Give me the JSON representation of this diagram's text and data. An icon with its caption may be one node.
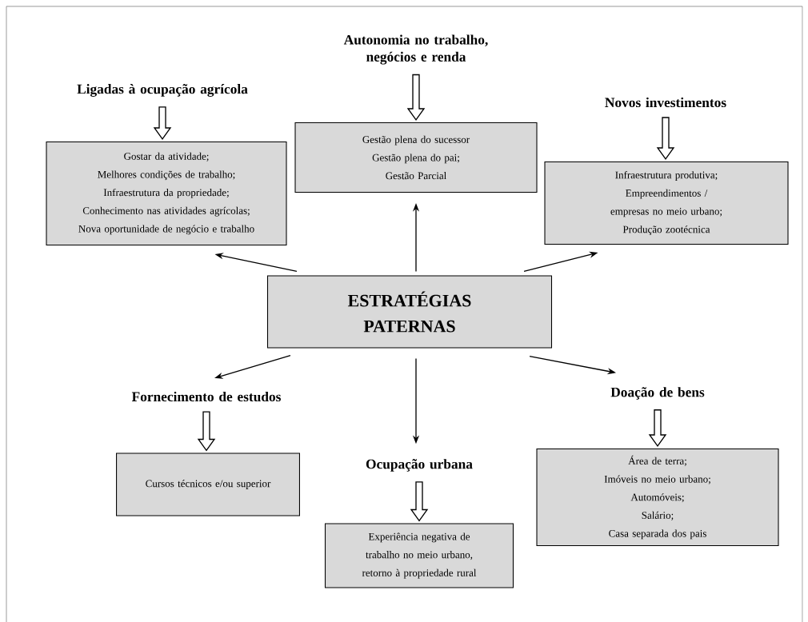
{
  "diagram": {
    "nodes": [
      {
        "text": [
          "Autonomia no trabalho, negócios e renda"
        ]
      },
      {
        "text": [
          "Ligadas à ocupação agrícola"
        ]
      },
      {
        "text": [
          "Gestão plena do sucessor",
          "Gestão plena do pai;",
          "Gestão Parcial"
        ]
      },
      {
        "text": [
          "Novos investimentos"
        ]
      },
      {
        "text": [
          "Gostar da atividade;",
          "Melhores condições de trabalho;",
          "Infraestrutura da propriedade;",
          "Conhecimento nas atividades agrícolas;",
          "Nova oportunidade de negócio e trabalho"
        ]
      },
      {
        "text": [
          "Infraestrutura produtiva;",
          "Empreendimentos / empresas no meio urbano;",
          "Produção zootécnica"
        ]
      },
      {
        "text": [
          "ESTRATÉGIAS PATERNAS"
        ]
      },
      {
        "text": [
          "Fornecimento de estudos"
        ]
      },
      {
        "text": [
          "Doação de bens"
        ]
      },
      {
        "text": [
          "Cursos técnicos e/ou superior"
        ]
      },
      {
        "text": [
          "Ocupação urbana"
        ]
      },
      {
        "text": [
          "Área de terra;",
          "Imóveis no meio urbano;",
          "Automóveis;",
          "Salário;",
          "Casa separada dos pais"
        ]
      },
      {
        "text": [
          "Experiência negativa de trabalho no meio urbano, retorno à propriedade rural"
        ]
      }
    ],
    "edges": [
      {
        "from": 6,
        "to": 4,
        "arrow": "to"
      },
      {
        "from": 6,
        "to": 2,
        "arrow": "to"
      },
      {
        "from": 6,
        "to": 5,
        "arrow": "to"
      },
      {
        "from": 6,
        "to": 7,
        "arrow": "to"
      },
      {
        "from": 6,
        "to": 10,
        "arrow": "to"
      },
      {
        "from": 6,
        "to": 8,
        "arrow": "to"
      },
      {
        "from": 0,
        "to": 2,
        "arrow": "to",
        "style": "thick"
      },
      {
        "from": 1,
        "to": 4,
        "arrow": "to",
        "style": "thick"
      },
      {
        "from": 3,
        "to": 5,
        "arrow": "to",
        "style": "thick"
      },
      {
        "from": 7,
        "to": 9,
        "arrow": "to",
        "style": "thick"
      },
      {
        "from": 10,
        "to": 12,
        "arrow": "to",
        "style": "thick"
      },
      {
        "from": 8,
        "to": 11,
        "arrow": "to",
        "style": "thick"
      }
    ]
  }
}
